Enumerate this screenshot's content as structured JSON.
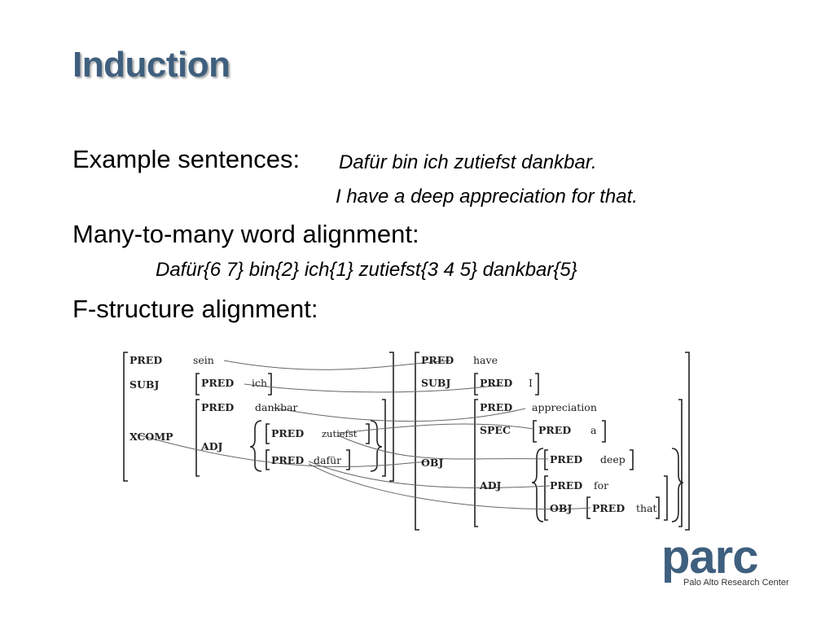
{
  "slide": {
    "title": "Induction",
    "example_label": "Example sentences:",
    "example_german": "Dafür bin ich zutiefst dankbar.",
    "example_english": "I have a deep appreciation for that.",
    "alignment_label": "Many-to-many word alignment:",
    "alignment_text": "Dafür{6 7} bin{2} ich{1} zutiefst{3 4 5} dankbar{5}",
    "fstructure_label": "F-structure alignment:"
  },
  "diagram": {
    "german": {
      "pred_label": "PRED",
      "pred_value": "sein",
      "subj_label": "SUBJ",
      "subj_pred_label": "PRED",
      "subj_pred_value": "ich",
      "xcomp_label": "XCOMP",
      "xcomp_pred_label": "PRED",
      "xcomp_pred_value": "dankbar",
      "adj_label": "ADJ",
      "adj1_pred_label": "PRED",
      "adj1_pred_value": "zutiefst",
      "adj2_pred_label": "PRED",
      "adj2_pred_value": "dafür"
    },
    "english": {
      "pred_label": "PRED",
      "pred_value": "have",
      "subj_label": "SUBJ",
      "subj_pred_label": "PRED",
      "subj_pred_value": "I",
      "obj_label": "OBJ",
      "obj_pred_label": "PRED",
      "obj_pred_value": "appreciation",
      "spec_label": "SPEC",
      "spec_pred_label": "PRED",
      "spec_pred_value": "a",
      "adj_label": "ADJ",
      "adj1_pred_label": "PRED",
      "adj1_pred_value": "deep",
      "adj2_pred_label": "PRED",
      "adj2_pred_value": "for",
      "adj2_obj_label": "OBJ",
      "adj2_obj_pred_label": "PRED",
      "adj2_obj_pred_value": "that"
    }
  },
  "logo": {
    "word": "parc",
    "subtitle": "Palo Alto Research Center"
  },
  "colors": {
    "title": "#3f5f7e",
    "text": "#000000",
    "diagram_ink": "#222222"
  }
}
